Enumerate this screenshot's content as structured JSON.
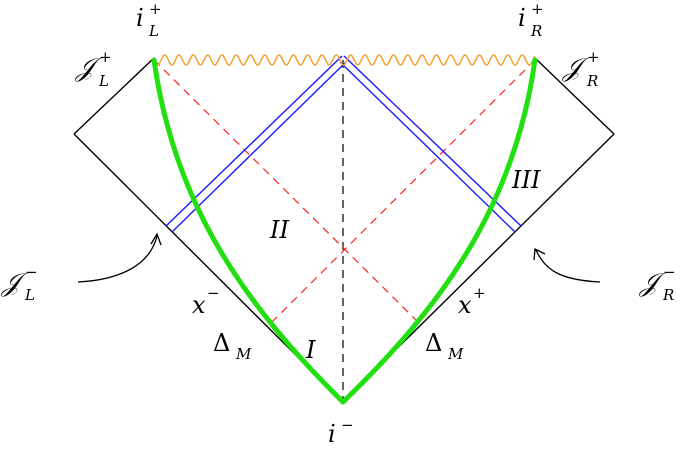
{
  "diagram": {
    "labels": {
      "i_plus_L": "i",
      "i_plus_L_sup": "+",
      "i_plus_L_sub": "L",
      "i_plus_R": "i",
      "i_plus_R_sup": "+",
      "i_plus_R_sub": "R",
      "scri_plus_L": "𝒥",
      "scri_plus_L_sup": "+",
      "scri_plus_L_sub": "L",
      "scri_plus_R": "𝒥",
      "scri_plus_R_sup": "+",
      "scri_plus_R_sub": "R",
      "scri_minus_L": "𝒥",
      "scri_minus_L_sup": "−",
      "scri_minus_L_sub": "L",
      "scri_minus_R": "𝒥",
      "scri_minus_R_sup": "−",
      "scri_minus_R_sub": "R",
      "i_minus": "i",
      "i_minus_sup": "−",
      "region_I": "I",
      "region_II": "II",
      "region_III": "III",
      "x_minus": "x",
      "x_minus_sup": "−",
      "x_plus": "x",
      "x_plus_sup": "+",
      "delta_M_left": "Δ",
      "delta_M_left_sub": "M",
      "delta_M_right": "Δ",
      "delta_M_right_sub": "M"
    },
    "colors": {
      "boundary": "#000000",
      "singularity": "#f5a030",
      "horizon_double": "#1a1aff",
      "dashed_red": "#ff2020",
      "dashed_axis": "#000000",
      "green_curve": "#22e010"
    }
  }
}
